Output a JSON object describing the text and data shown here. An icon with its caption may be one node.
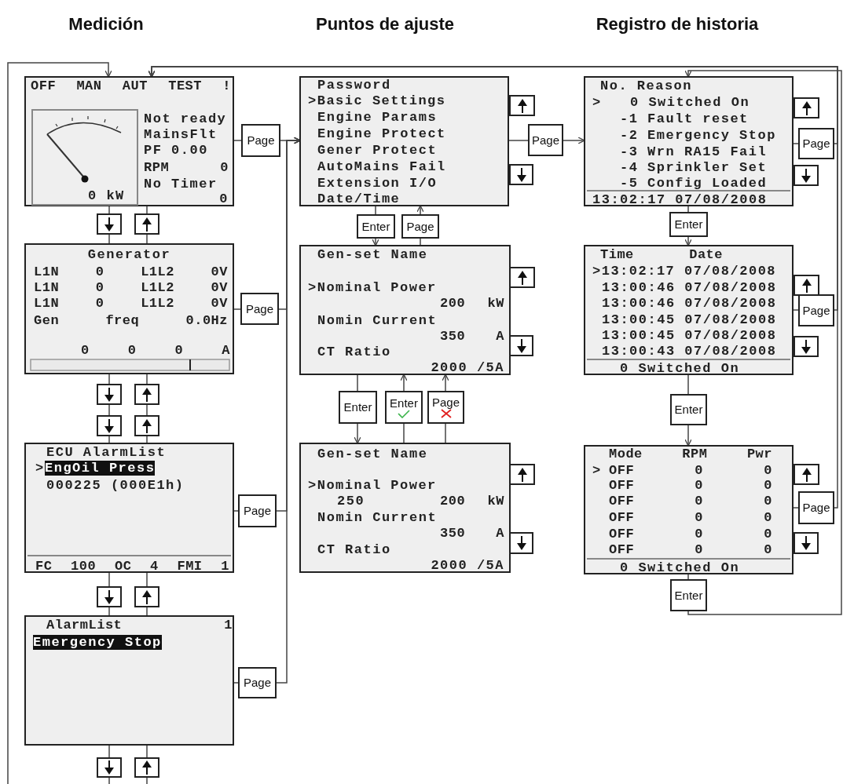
{
  "diagram": {
    "nodes": [
      {
        "text": [
          "OFF MAN AUT TEST !",
          "Not ready",
          "MainsFlt",
          "PF 0.00",
          "RPM 0",
          "No Timer",
          "0",
          "0 kW"
        ]
      },
      {
        "text": [
          "Page"
        ]
      },
      {
        "text": [],
        "shape": "box"
      },
      {
        "text": [],
        "shape": "box"
      },
      {
        "text": [
          "Generator",
          "L1N 0 L1L2 0V",
          "L1N 0 L1L2 0V",
          "L1N 0 L1L2 0V",
          "Gen freq 0.0Hz",
          "0 0 0 A"
        ]
      },
      {
        "text": [
          "Page"
        ]
      },
      {
        "text": [],
        "shape": "box"
      },
      {
        "text": [],
        "shape": "box"
      },
      {
        "text": [],
        "shape": "box"
      },
      {
        "text": [],
        "shape": "box"
      },
      {
        "text": [
          "ECU AlarmList",
          ">",
          "EngOil Press",
          "000225 (000E1h)",
          "FC 100 OC 4 FMI 1"
        ]
      },
      {
        "text": [
          "Page"
        ]
      },
      {
        "text": [],
        "shape": "box"
      },
      {
        "text": [],
        "shape": "box"
      },
      {
        "text": [
          "AlarmList 1",
          "Emergency Stop"
        ]
      },
      {
        "text": [
          "Page"
        ]
      },
      {
        "text": [],
        "shape": "box"
      },
      {
        "text": [],
        "shape": "box"
      },
      {
        "text": [
          "Password",
          ">Basic Settings",
          "Engine Params",
          "Engine Protect",
          "Gener Protect",
          "AutoMains Fail",
          "Extension I/O",
          "Date/Time"
        ]
      },
      {
        "text": [],
        "shape": "box"
      },
      {
        "text": [
          "Page"
        ]
      },
      {
        "text": [],
        "shape": "box"
      },
      {
        "text": [
          "Enter"
        ]
      },
      {
        "text": [
          "Page"
        ]
      },
      {
        "text": [
          "Gen-set Name",
          ">Nominal Power",
          "200 kW",
          "Nomin Current",
          "350 A",
          "CT Ratio",
          "2000 /5A"
        ]
      },
      {
        "text": [],
        "shape": "box"
      },
      {
        "text": [],
        "shape": "box"
      },
      {
        "text": [
          "Enter"
        ]
      },
      {
        "text": [
          "Enter"
        ]
      },
      {
        "text": [
          "Page"
        ]
      },
      {
        "text": [
          "Gen-set Name",
          ">Nominal Power",
          "250",
          "200 kW",
          "Nomin Current",
          "350 A",
          "CT Ratio",
          "2000 /5A"
        ]
      },
      {
        "text": [],
        "shape": "box"
      },
      {
        "text": [],
        "shape": "box"
      },
      {
        "text": [
          "No. Reason",
          ">",
          "0 Switched On",
          "-1 Fault reset",
          "-2 Emergency Stop",
          "-3 Wrn RA15 Fail",
          "-4 Sprinkler Set",
          "-5 Config Loaded",
          "13:02:17 07/08/2008"
        ]
      },
      {
        "text": [],
        "shape": "box"
      },
      {
        "text": [
          "Page"
        ]
      },
      {
        "text": [],
        "shape": "box"
      },
      {
        "text": [
          "Enter"
        ]
      },
      {
        "text": [
          "Time Date",
          ">13:02:17 07/08/2008",
          "13:00:46 07/08/2008",
          "13:00:46 07/08/2008",
          "13:00:45 07/08/2008",
          "13:00:45 07/08/2008",
          "13:00:43 07/08/2008",
          "0 Switched On"
        ]
      },
      {
        "text": [],
        "shape": "box"
      },
      {
        "text": [
          "Page"
        ]
      },
      {
        "text": [],
        "shape": "box"
      },
      {
        "text": [
          "Enter"
        ]
      },
      {
        "text": [
          "Mode RPM Pwr",
          ">",
          "OFF 0 0",
          "OFF 0 0",
          "OFF 0 0",
          "OFF 0 0",
          "OFF 0 0",
          "OFF 0 0",
          "0 Switched On"
        ]
      },
      {
        "text": [],
        "shape": "box"
      },
      {
        "text": [
          "Page"
        ]
      },
      {
        "text": [],
        "shape": "box"
      },
      {
        "text": [
          "Enter"
        ]
      }
    ],
    "edges": [
      {
        "from": 0,
        "to": 1,
        "arrow": "none"
      },
      {
        "from": 1,
        "to": 18,
        "arrow": "to"
      },
      {
        "from": 4,
        "to": 5,
        "arrow": "none"
      },
      {
        "from": 5,
        "to": 18,
        "arrow": "to"
      },
      {
        "from": 10,
        "to": 11,
        "arrow": "none"
      },
      {
        "from": 11,
        "to": 18,
        "arrow": "to"
      },
      {
        "from": 14,
        "to": 15,
        "arrow": "none"
      },
      {
        "from": 15,
        "to": 18,
        "arrow": "to"
      },
      {
        "from": 0,
        "to": 2,
        "arrow": "none"
      },
      {
        "from": 2,
        "to": 4,
        "arrow": "none"
      },
      {
        "from": 4,
        "to": 3,
        "arrow": "none"
      },
      {
        "from": 3,
        "to": 0,
        "arrow": "none"
      },
      {
        "from": 4,
        "to": 6,
        "arrow": "none"
      },
      {
        "from": 6,
        "to": 8,
        "arrow": "none"
      },
      {
        "from": 8,
        "to": 10,
        "arrow": "none"
      },
      {
        "from": 10,
        "to": 9,
        "arrow": "none"
      },
      {
        "from": 9,
        "to": 7,
        "arrow": "none"
      },
      {
        "from": 7,
        "to": 4,
        "arrow": "none"
      },
      {
        "from": 10,
        "to": 12,
        "arrow": "none"
      },
      {
        "from": 12,
        "to": 14,
        "arrow": "none"
      },
      {
        "from": 14,
        "to": 13,
        "arrow": "none"
      },
      {
        "from": 13,
        "to": 10,
        "arrow": "none"
      },
      {
        "from": 14,
        "to": 16,
        "arrow": "none"
      },
      {
        "from": 16,
        "to": null,
        "arrow": "none"
      },
      {
        "from": null,
        "to": 17,
        "arrow": "none"
      },
      {
        "from": 17,
        "to": 14,
        "arrow": "none"
      },
      {
        "from": null,
        "to": 0,
        "arrow": "to"
      },
      {
        "from": 33,
        "to": 35,
        "arrow": "none"
      },
      {
        "from": 35,
        "to": 0,
        "arrow": "to"
      },
      {
        "from": 38,
        "to": 40,
        "arrow": "none"
      },
      {
        "from": 40,
        "to": 0,
        "arrow": "to"
      },
      {
        "from": 43,
        "to": 45,
        "arrow": "none"
      },
      {
        "from": 45,
        "to": 0,
        "arrow": "to"
      },
      {
        "from": 18,
        "to": 20,
        "arrow": "none"
      },
      {
        "from": 20,
        "to": 33,
        "arrow": "to"
      },
      {
        "from": 18,
        "to": 22,
        "arrow": "none"
      },
      {
        "from": 22,
        "to": 24,
        "arrow": "to"
      },
      {
        "from": 24,
        "to": 23,
        "arrow": "none"
      },
      {
        "from": 23,
        "to": 18,
        "arrow": "to"
      },
      {
        "from": 24,
        "to": 27,
        "arrow": "none"
      },
      {
        "from": 27,
        "to": 30,
        "arrow": "to"
      },
      {
        "from": 30,
        "to": 28,
        "arrow": "none"
      },
      {
        "from": 28,
        "to": 24,
        "arrow": "to"
      },
      {
        "from": 30,
        "to": 29,
        "arrow": "none"
      },
      {
        "from": 29,
        "to": 24,
        "arrow": "to"
      },
      {
        "from": 33,
        "to": 37,
        "arrow": "none"
      },
      {
        "from": 37,
        "to": 38,
        "arrow": "to"
      },
      {
        "from": 38,
        "to": 42,
        "arrow": "none"
      },
      {
        "from": 42,
        "to": 43,
        "arrow": "to"
      },
      {
        "from": 43,
        "to": 47,
        "arrow": "none"
      },
      {
        "from": 47,
        "to": 33,
        "arrow": "to"
      }
    ],
    "labels": [
      "Medición",
      "Puntos de ajuste",
      "Registro de historia"
    ]
  }
}
